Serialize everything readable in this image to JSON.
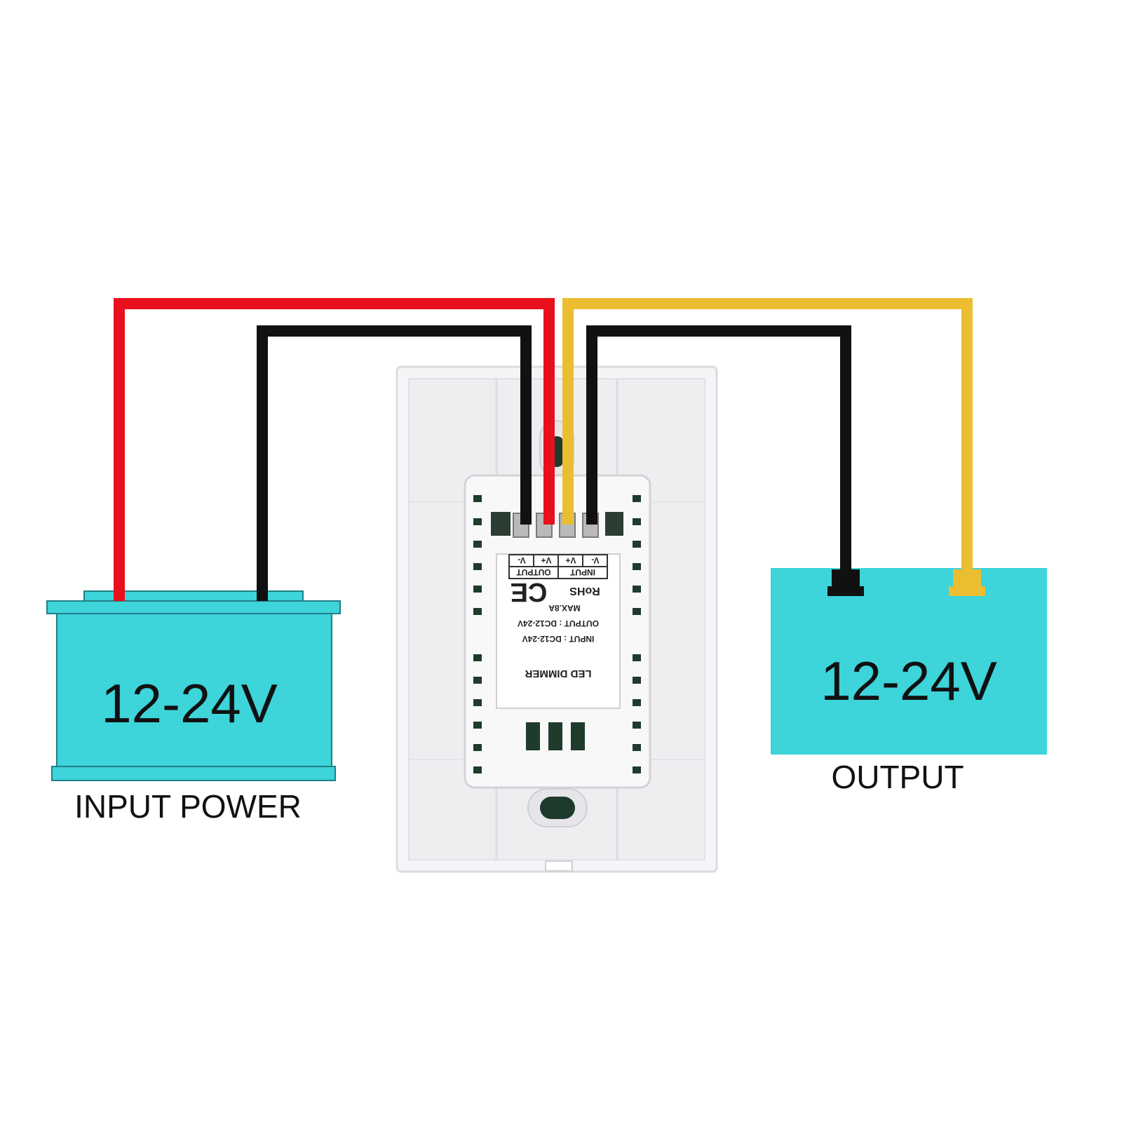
{
  "input_block": {
    "voltage": "12-24V",
    "caption": "INPUT POWER"
  },
  "output_block": {
    "voltage": "12-24V",
    "caption": "OUTPUT"
  },
  "device_label": {
    "terminal_headers": [
      "V-",
      "V+",
      "V+",
      "V-"
    ],
    "group_headers": [
      "OUTPUT",
      "INPUT"
    ],
    "marks": [
      "CE",
      "RoHS"
    ],
    "max_current": "MAX.8A",
    "output_spec": "OUTPUT : DC12-24V",
    "input_spec": "INPUT : DC12-24V",
    "product_name": "LED DIMMER"
  },
  "colors": {
    "battery_fill": "#3DD4DA",
    "battery_stroke": "#1f7f86",
    "wire_red": "#E8101C",
    "wire_black": "#111111",
    "wire_yellow": "#EBBE32",
    "plate": "#f1f1f3",
    "plate_edge": "#d9d9de"
  }
}
